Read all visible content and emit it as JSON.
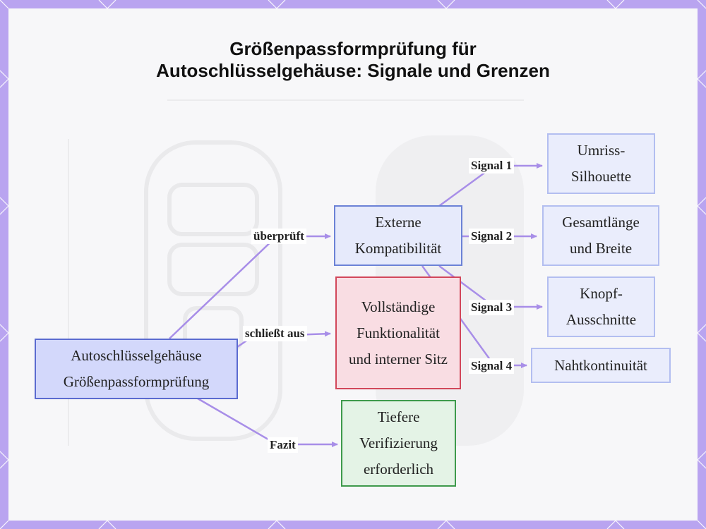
{
  "title": "Größenpassformprüfung für Autoschlüsselgehäuse: Signale und Grenzen",
  "nodes": {
    "root": "Autoschlüsselgehäuse Größenpassformprüfung",
    "external": "Externe Kompatibilität",
    "functional": "Vollständige Funktionalität und interner Sitz",
    "deeper": "Tiefere Verifizierung erforderlich",
    "signal1": "Umriss-Silhouette",
    "signal2": "Gesamtlänge und Breite",
    "signal3": "Knopf-Ausschnitte",
    "signal4": "Nahtkontinuität"
  },
  "edges": {
    "checks": "überprüft",
    "excludes": "schließt aus",
    "conclusion": "Fazit",
    "s1": "Signal 1",
    "s2": "Signal 2",
    "s3": "Signal 3",
    "s4": "Signal 4"
  },
  "colors": {
    "frame": "#b9a4f0",
    "edge": "#a88ee8",
    "root_fill": "#d3d8fb",
    "functional_border": "#d2475a",
    "deeper_border": "#3e9a4c"
  }
}
